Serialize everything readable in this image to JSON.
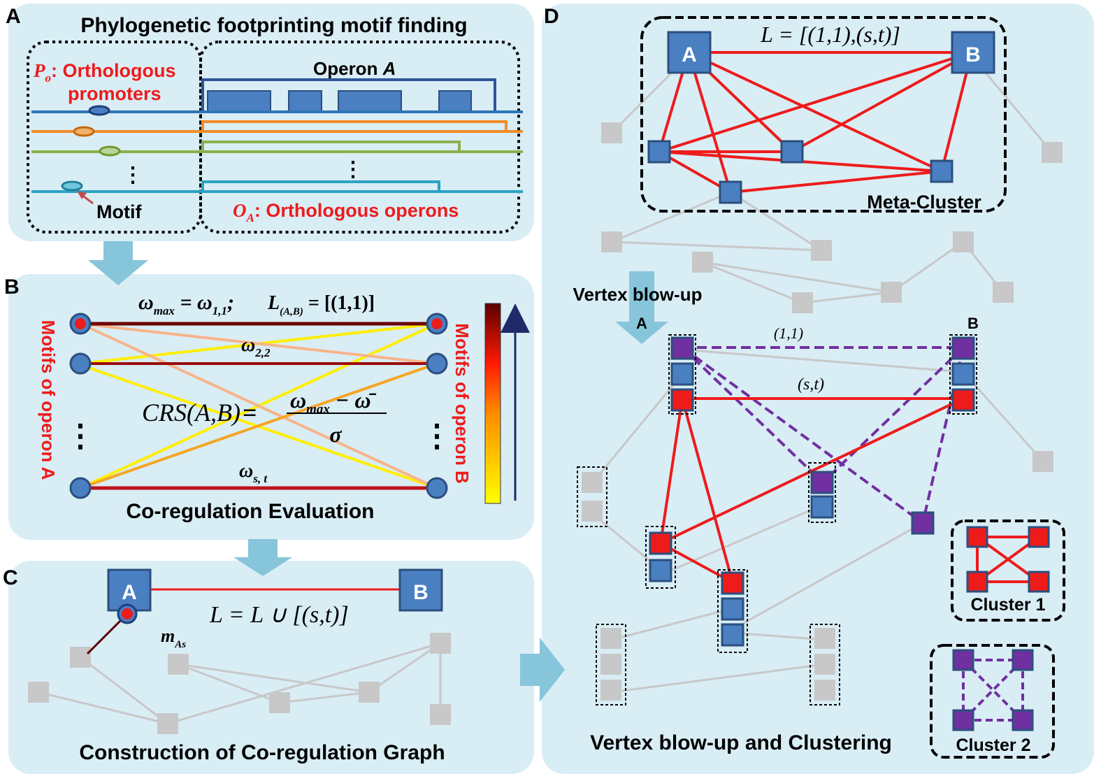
{
  "panel_a": {
    "letter": "A",
    "title": "Phylogenetic footprinting  motif finding",
    "promoters_symbol": "P",
    "promoters_sub": "o",
    "promoters_line1": ": Orthologous",
    "promoters_line2": "promoters",
    "operon_prefix": "Operon ",
    "operon_name": "A",
    "dots": "⋮",
    "motif_label": "Motif",
    "operons_symbol": "O",
    "operons_sub": "A",
    "operons_text": ": Orthologous operons"
  },
  "panel_b": {
    "letter": "B",
    "omega": "ω",
    "sub_max": "max",
    "omega11_text": " = ω",
    "sub_11": "1,1",
    "semicolon": ";",
    "L_text": "L",
    "L_sub": "(A,B)",
    "L_value": " = [(1,1)]",
    "sub_22": "2,2",
    "sub_st": "s, t",
    "crs": "CRS(A,B)",
    "equals": "=",
    "numerator": "ω",
    "numerator_sub": "max",
    "minus_bar": " − ω̄",
    "sigma": "σ",
    "dots": "⋮",
    "left_vertical": "Motifs of operon A",
    "right_vertical": "Motifs of operon B",
    "caption": "Co-regulation Evaluation"
  },
  "panel_c": {
    "letter": "C",
    "node_a": "A",
    "node_b": "B",
    "formula": "L = L ∪ [(s,t)]",
    "m_label": "m",
    "m_sub": "As",
    "caption": "Construction of Co-regulation Graph"
  },
  "panel_d": {
    "letter": "D",
    "node_a": "A",
    "node_b": "B",
    "formula": "L = [(1,1),(s,t)]",
    "meta_cluster": "Meta-Cluster",
    "vertex_blowup": "Vertex blow-up",
    "small_a": "A",
    "small_b": "B",
    "pair_11": "(1,1)",
    "pair_st": "(s,t)",
    "cluster1": "Cluster 1",
    "cluster2": "Cluster 2",
    "caption": "Vertex blow-up and Clustering"
  },
  "colors": {
    "panel_bg": "#d9edf5",
    "arrow": "#87c5db",
    "node_blue": "#4a7fc1",
    "node_border": "#2b4f7e",
    "red": "#ee1b1b",
    "purple": "#7030a0",
    "gray": "#c8c8c8"
  }
}
